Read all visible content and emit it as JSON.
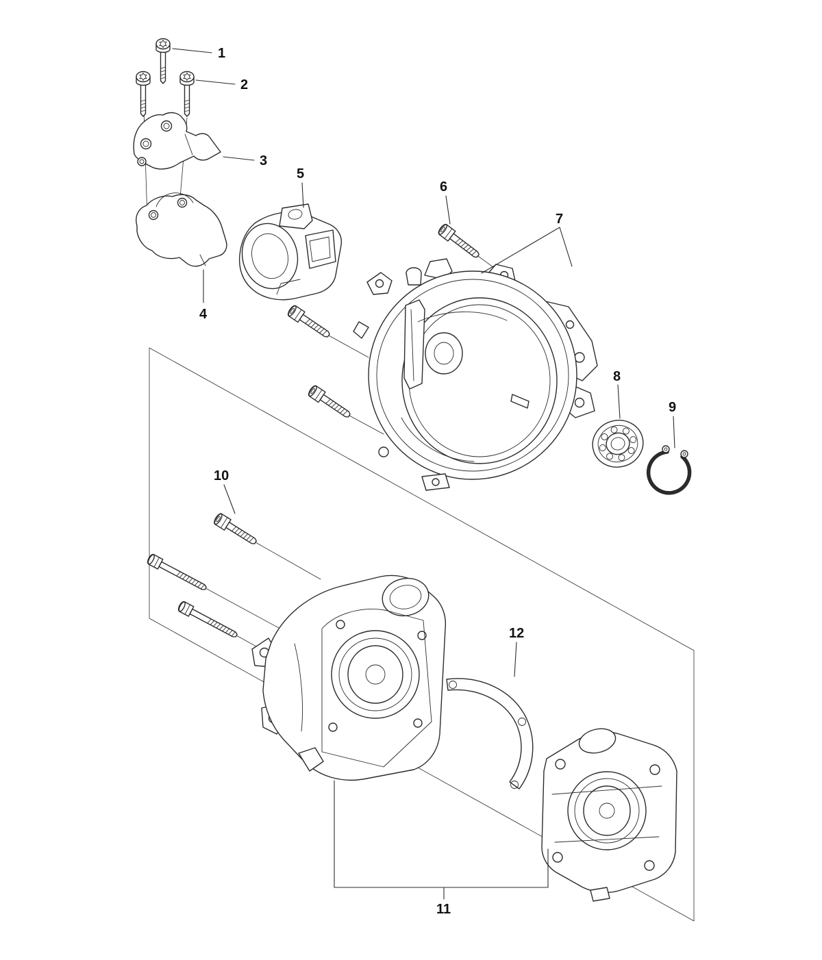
{
  "diagram": {
    "background_color": "#ffffff",
    "line_color": "#2b2b2b",
    "label_color": "#111111",
    "callouts": [
      {
        "label": "1"
      },
      {
        "label": "2"
      },
      {
        "label": "3"
      },
      {
        "label": "4"
      },
      {
        "label": "5"
      },
      {
        "label": "6"
      },
      {
        "label": "7"
      },
      {
        "label": "8"
      },
      {
        "label": "9"
      },
      {
        "label": "10"
      },
      {
        "label": "11"
      },
      {
        "label": "12"
      }
    ]
  }
}
